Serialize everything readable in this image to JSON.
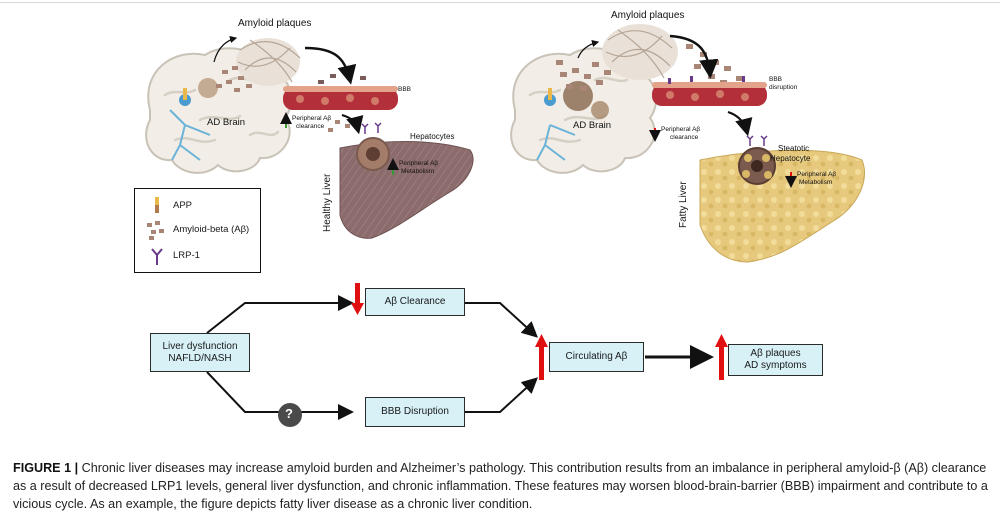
{
  "labels": {
    "amyloid_left": "Amyloid plaques",
    "amyloid_right": "Amyloid plaques",
    "bbb_left": "BBB",
    "bbb_right_1": "BBB",
    "bbb_right_2": "disruption",
    "ad_brain_left": "AD Brain",
    "ad_brain_right": "AD Brain",
    "clear_left_1": "Peripheral Aβ",
    "clear_left_2": "clearance",
    "clear_right_1": "Peripheral Aβ",
    "clear_right_2": "clearance",
    "hepatocytes": "Hepatocytes",
    "metab_left_1": "Peripheral Aβ",
    "metab_left_2": "Metabolism",
    "healthy_liver": "Healthy Liver",
    "steatotic_1": "Steatotic",
    "steatotic_2": "Hepatocyte",
    "metab_right_1": "Peripheral Aβ",
    "metab_right_2": "Metabolism",
    "fatty_liver": "Fatty Liver"
  },
  "legend": {
    "items": [
      {
        "label": "APP",
        "icon": "app-icon"
      },
      {
        "label": "Amyloid-beta (Aβ)",
        "icon": "amyloid-beta-icon"
      },
      {
        "label": "LRP-1",
        "icon": "lrp1-receptor-icon"
      }
    ]
  },
  "flow": {
    "liver_dysfunction_1": "Liver dysfunction",
    "liver_dysfunction_2": "NAFLD/NASH",
    "ab_clearance": "Aβ Clearance",
    "bbb_disruption": "BBB Disruption",
    "circulating": "Circulating Aβ",
    "plaques_1": "Aβ plaques",
    "plaques_2": "AD symptoms",
    "unknown_mark": "?"
  },
  "caption": {
    "figure": "FIGURE 1",
    "separator": "|",
    "text": "Chronic liver diseases may increase amyloid burden and Alzheimer’s pathology. This contribution results from an imbalance in peripheral amyloid-β (Aβ) clearance as a result of decreased LRP1 levels, general liver dysfunction, and chronic inflammation. These features may worsen blood-brain-barrier (BBB) impairment and contribute to a vicious cycle. As an example, the figure depicts fatty liver disease as a chronic liver condition."
  },
  "colors": {
    "flow_box": "#d7f1f7",
    "increase_arrow": "#e01010",
    "healthy_liver": "#8f6f6f",
    "fatty_liver": "#e3c77a",
    "vessel": "#b3303a",
    "up_arrow_green": "#3a9a3a"
  }
}
